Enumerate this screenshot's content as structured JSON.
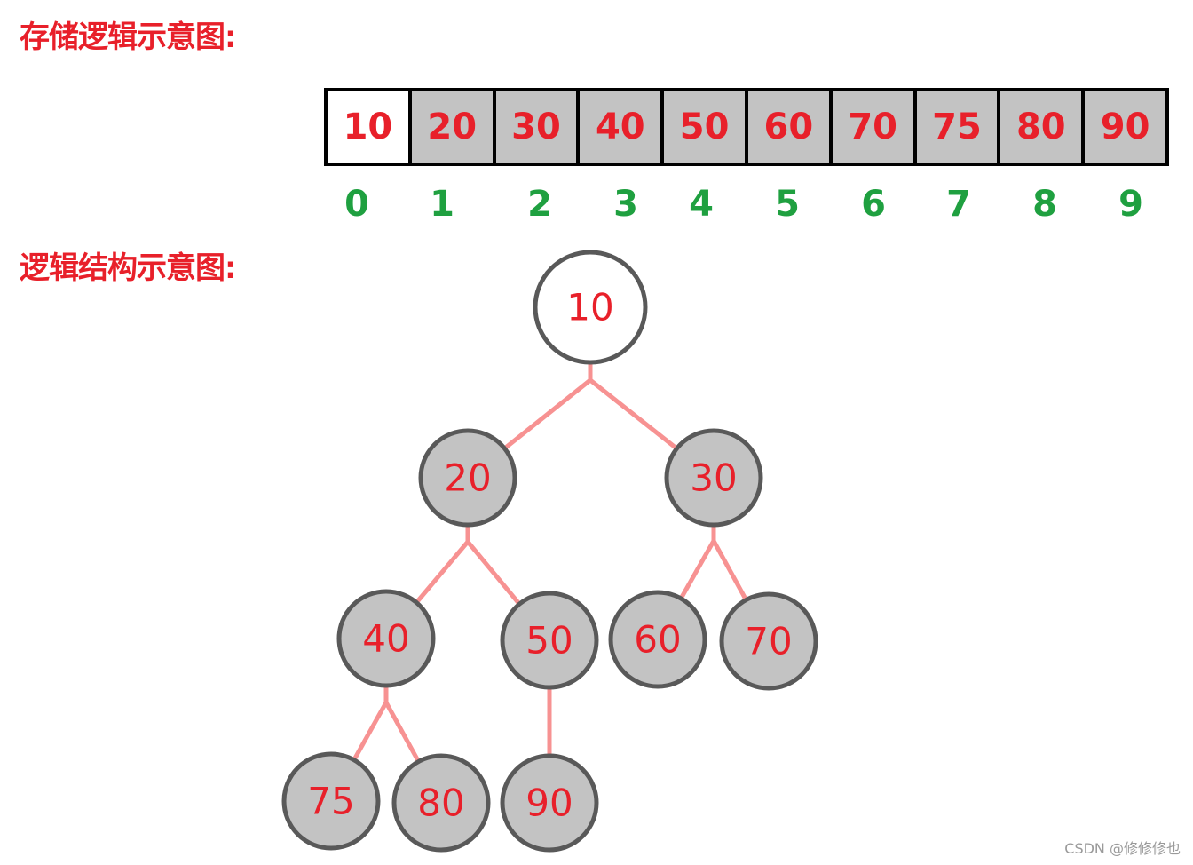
{
  "headings": {
    "storage": "存储逻辑示意图:",
    "logical": "逻辑结构示意图:"
  },
  "array": {
    "values": [
      "10",
      "20",
      "30",
      "40",
      "50",
      "60",
      "70",
      "75",
      "80",
      "90"
    ],
    "indices": [
      "0",
      "1",
      "2",
      "3",
      "4",
      "5",
      "6",
      "7",
      "8",
      "9"
    ]
  },
  "tree": {
    "nodes": [
      {
        "id": "n0",
        "label": "10",
        "highlight": false
      },
      {
        "id": "n1",
        "label": "20",
        "highlight": true
      },
      {
        "id": "n2",
        "label": "30",
        "highlight": true
      },
      {
        "id": "n3",
        "label": "40",
        "highlight": true
      },
      {
        "id": "n4",
        "label": "50",
        "highlight": true
      },
      {
        "id": "n5",
        "label": "60",
        "highlight": true
      },
      {
        "id": "n6",
        "label": "70",
        "highlight": true
      },
      {
        "id": "n7",
        "label": "75",
        "highlight": true
      },
      {
        "id": "n8",
        "label": "80",
        "highlight": true
      },
      {
        "id": "n9",
        "label": "90",
        "highlight": true
      }
    ],
    "edges": [
      [
        "n0",
        "n1"
      ],
      [
        "n0",
        "n2"
      ],
      [
        "n1",
        "n3"
      ],
      [
        "n1",
        "n4"
      ],
      [
        "n2",
        "n5"
      ],
      [
        "n2",
        "n6"
      ],
      [
        "n3",
        "n7"
      ],
      [
        "n3",
        "n8"
      ],
      [
        "n4",
        "n9"
      ]
    ]
  },
  "colors": {
    "heading_text": "#e8202a",
    "value_text": "#e8202a",
    "index_text": "#1fa040",
    "cell_fill": "#c3c3c3",
    "first_cell_fill": "#ffffff",
    "node_fill": "#c3c3c3",
    "root_fill": "#ffffff",
    "node_border": "#595959",
    "edge": "#f79292"
  },
  "watermark": "CSDN @修修修也"
}
